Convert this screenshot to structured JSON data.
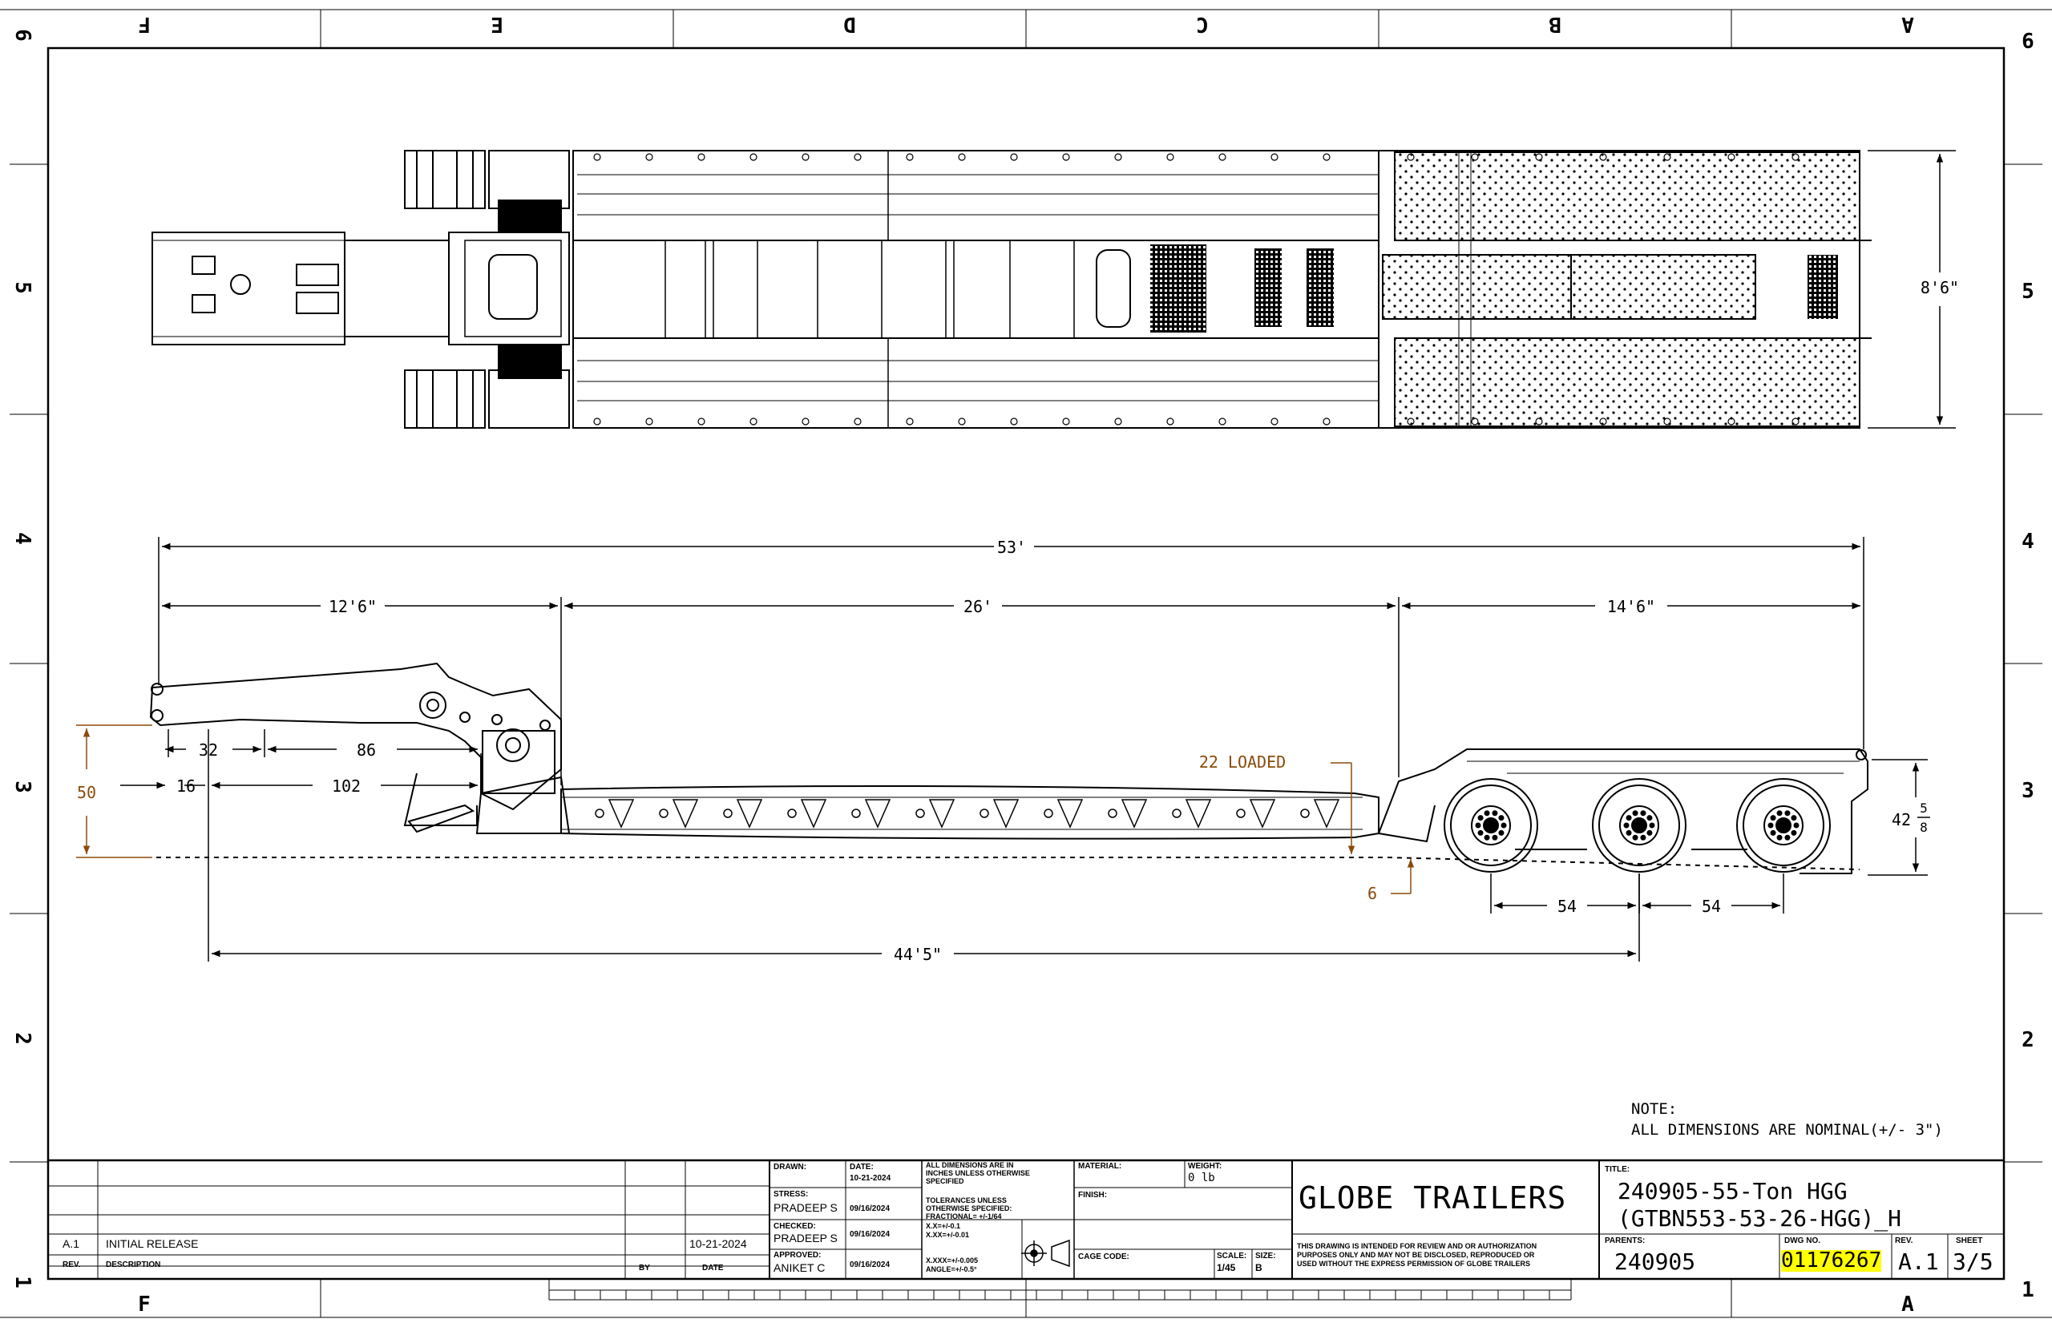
{
  "zones": {
    "columns_top": [
      "F",
      "E",
      "D",
      "C",
      "B",
      "A"
    ],
    "columns_bottom": [
      "F",
      "A"
    ],
    "rows": [
      "6",
      "5",
      "4",
      "3",
      "2",
      "1"
    ]
  },
  "dimensions": {
    "overall_length": "53'",
    "gooseneck_length": "12'6\"",
    "deck_length": "26'",
    "rear_length": "14'6\"",
    "width": "8'6\"",
    "kingpin_a": "32",
    "kingpin_b": "86",
    "kingpin_c": "16",
    "kingpin_d": "102",
    "fifth_wheel_height": "50",
    "loaded_height_label": "22  LOADED",
    "ground_clearance": "6",
    "axle_spacing_1": "54",
    "axle_spacing_2": "54",
    "kingpin_to_axle": "44'5\"",
    "rear_deck_height_whole": "42",
    "rear_deck_height_num": "5",
    "rear_deck_height_den": "8"
  },
  "note": {
    "title": "NOTE:",
    "text": "ALL DIMENSIONS ARE NOMINAL(+/- 3\")"
  },
  "revisions": {
    "rows": [
      {
        "rev": "A.1",
        "description": "INITIAL RELEASE",
        "by": "",
        "date": "10-21-2024"
      }
    ],
    "headers": {
      "rev": "REV.",
      "description": "DESCRIPTION",
      "by": "BY",
      "date": "DATE"
    }
  },
  "signoffs": {
    "drawn_label": "DRAWN:",
    "drawn_date_label": "DATE:",
    "drawn_date": "10-21-2024",
    "stress_label": "STRESS:",
    "stress_name": "PRADEEP S",
    "stress_date": "09/16/2024",
    "checked_label": "CHECKED:",
    "checked_name": "PRADEEP S",
    "checked_date": "09/16/2024",
    "approved_label": "APPROVED:",
    "approved_name": "ANIKET C",
    "approved_date": "09/16/2024"
  },
  "tolerances": {
    "line1": "ALL DIMENSIONS ARE IN",
    "line2": "INCHES UNLESS OTHERWISE",
    "line3": "SPECIFIED",
    "line4": "TOLERANCES UNLESS",
    "line5": "OTHERWISE SPECIFIED:",
    "line6": "FRACTIONAL= +/-1/64",
    "line7": "X.X=+/-0.1",
    "line8": "X.XX=+/-0.01",
    "line9": "X.XXX=+/-0.005",
    "line10": "ANGLE=+/-0.5°"
  },
  "material": {
    "material_label": "MATERIAL:",
    "weight_label": "WEIGHT:",
    "weight": "0 lb",
    "finish_label": "FINISH:",
    "cage_label": "CAGE CODE:",
    "scale_label": "SCALE:",
    "scale": "1/45",
    "size_label": "SIZE:",
    "size": "B"
  },
  "company": {
    "name": "GLOBE TRAILERS",
    "disclaimer1": "THIS DRAWING IS INTENDED FOR REVIEW AND OR AUTHORIZATION",
    "disclaimer2": "PURPOSES ONLY AND MAY NOT BE DISCLOSED, REPRODUCED OR",
    "disclaimer3": "USED WITHOUT THE EXPRESS PERMISSION OF GLOBE TRAILERS"
  },
  "title_block": {
    "title_label": "TITLE:",
    "title_line1": "240905-55-Ton HGG",
    "title_line2": "(GTBN553-53-26-HGG)_H",
    "parents_label": "PARENTS:",
    "parents": "240905",
    "dwg_label": "DWG NO.",
    "dwg_no": "01176267",
    "rev_label": "REV.",
    "rev": "A.1",
    "sheet_label": "SHEET",
    "sheet": "3/5"
  },
  "colors": {
    "line": "#000000",
    "dimension_accent": "#8b4a0a",
    "highlight": "#ffff00"
  }
}
